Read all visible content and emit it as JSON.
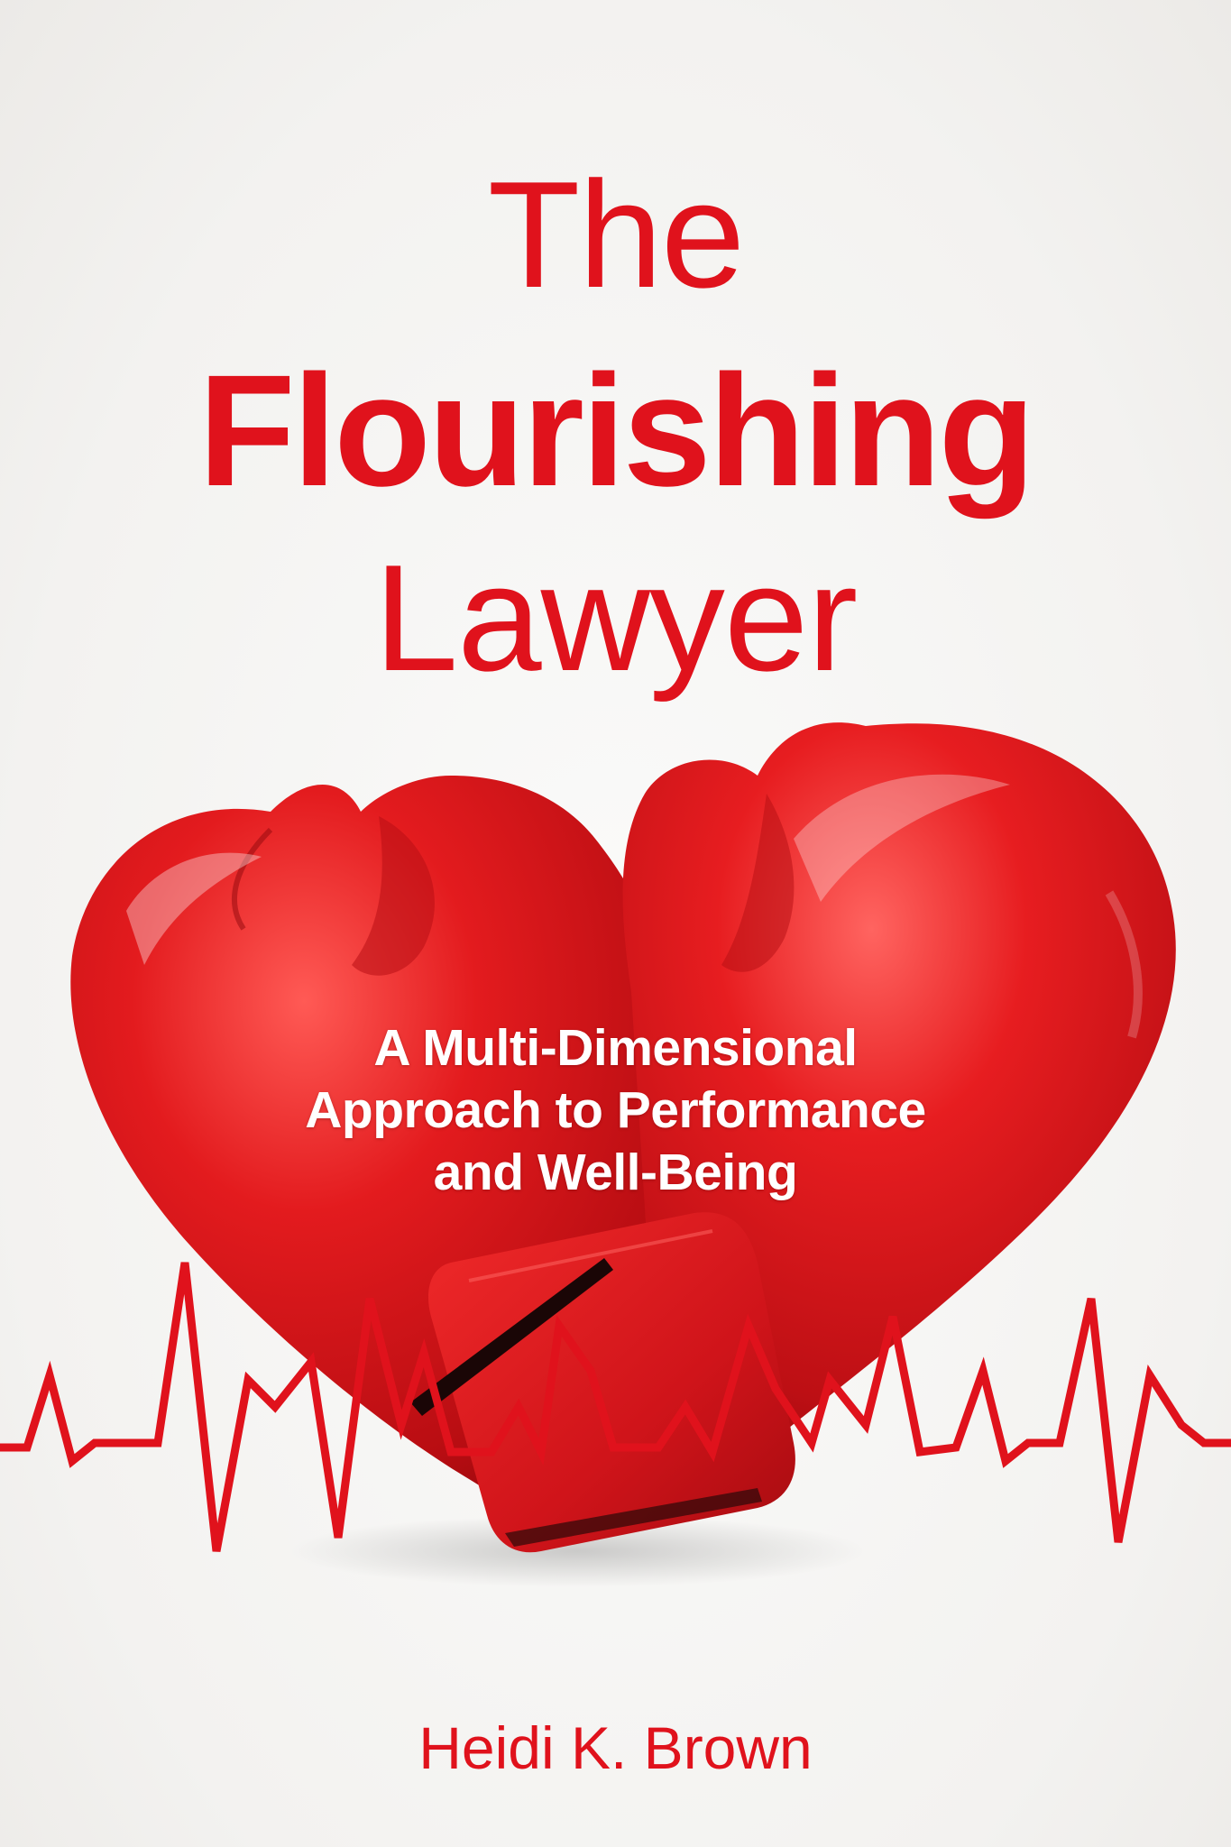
{
  "cover": {
    "title_line_1": "The",
    "title_line_2": "Flourishing",
    "title_line_3": "Lawyer",
    "subtitle_line_1": "A Multi-Dimensional",
    "subtitle_line_2": "Approach to Performance",
    "subtitle_line_3": "and Well-Being",
    "author": "Heidi K. Brown"
  },
  "colors": {
    "title_red": "#e0121c",
    "glove_red": "#d9161b",
    "background": "#f4f3f1"
  },
  "illustration": {
    "glove_icon": "boxing-gloves-heart",
    "line_icon": "heartbeat-line"
  }
}
